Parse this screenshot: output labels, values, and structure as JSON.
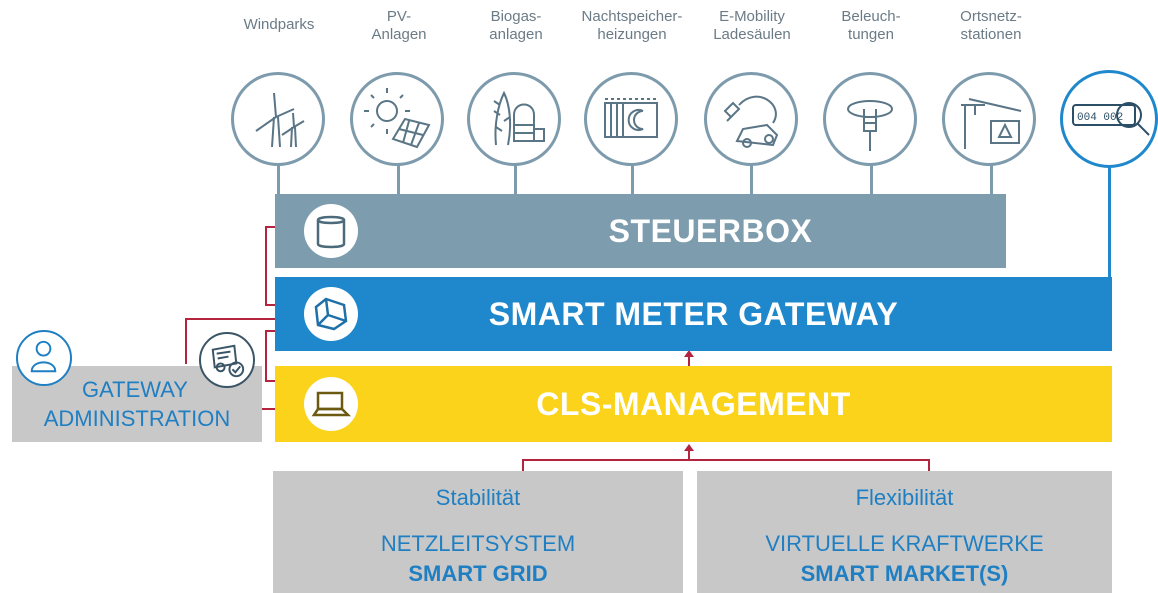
{
  "sources": [
    {
      "label": "Windparks",
      "icon": "wind-turbine-icon"
    },
    {
      "label": "PV-\nAnlagen",
      "icon": "solar-panel-icon"
    },
    {
      "label": "Biogas-\nanlagen",
      "icon": "biogas-plant-icon"
    },
    {
      "label": "Nachtspeicher-\nheizungen",
      "icon": "night-storage-heater-icon"
    },
    {
      "label": "E-Mobility\nLadesäulen",
      "icon": "ev-charging-icon"
    },
    {
      "label": "Beleuch-\ntungen",
      "icon": "street-light-icon"
    },
    {
      "label": "Ortsnetz-\nstationen",
      "icon": "substation-icon"
    }
  ],
  "meter_icon": "smart-meter-icon",
  "bars": {
    "steuerbox": {
      "title": "STEUERBOX",
      "icon": "box-icon",
      "color": "#7d9cae"
    },
    "gateway": {
      "title": "SMART METER GATEWAY",
      "icon": "gateway-icon",
      "color": "#1f88cc"
    },
    "cls": {
      "title": "CLS-MANAGEMENT",
      "icon": "laptop-icon",
      "color": "#fad31a"
    }
  },
  "admin": {
    "line1": "GATEWAY",
    "line2": "ADMINISTRATION",
    "icons": [
      "person-icon",
      "certificate-icon"
    ]
  },
  "bottom": {
    "left": {
      "subtitle": "Stabilität",
      "line1": "NETZLEITSYSTEM",
      "line2": "SMART GRID"
    },
    "right": {
      "subtitle": "Flexibilität",
      "line1": "VIRTUELLE KRAFTWERKE",
      "line2": "SMART MARKET(S)"
    }
  },
  "colors": {
    "connector": "#b5243f",
    "text_blue": "#1f7fc2",
    "icon_stroke": "#7d9bad",
    "meter_blue": "#1f88cc"
  }
}
